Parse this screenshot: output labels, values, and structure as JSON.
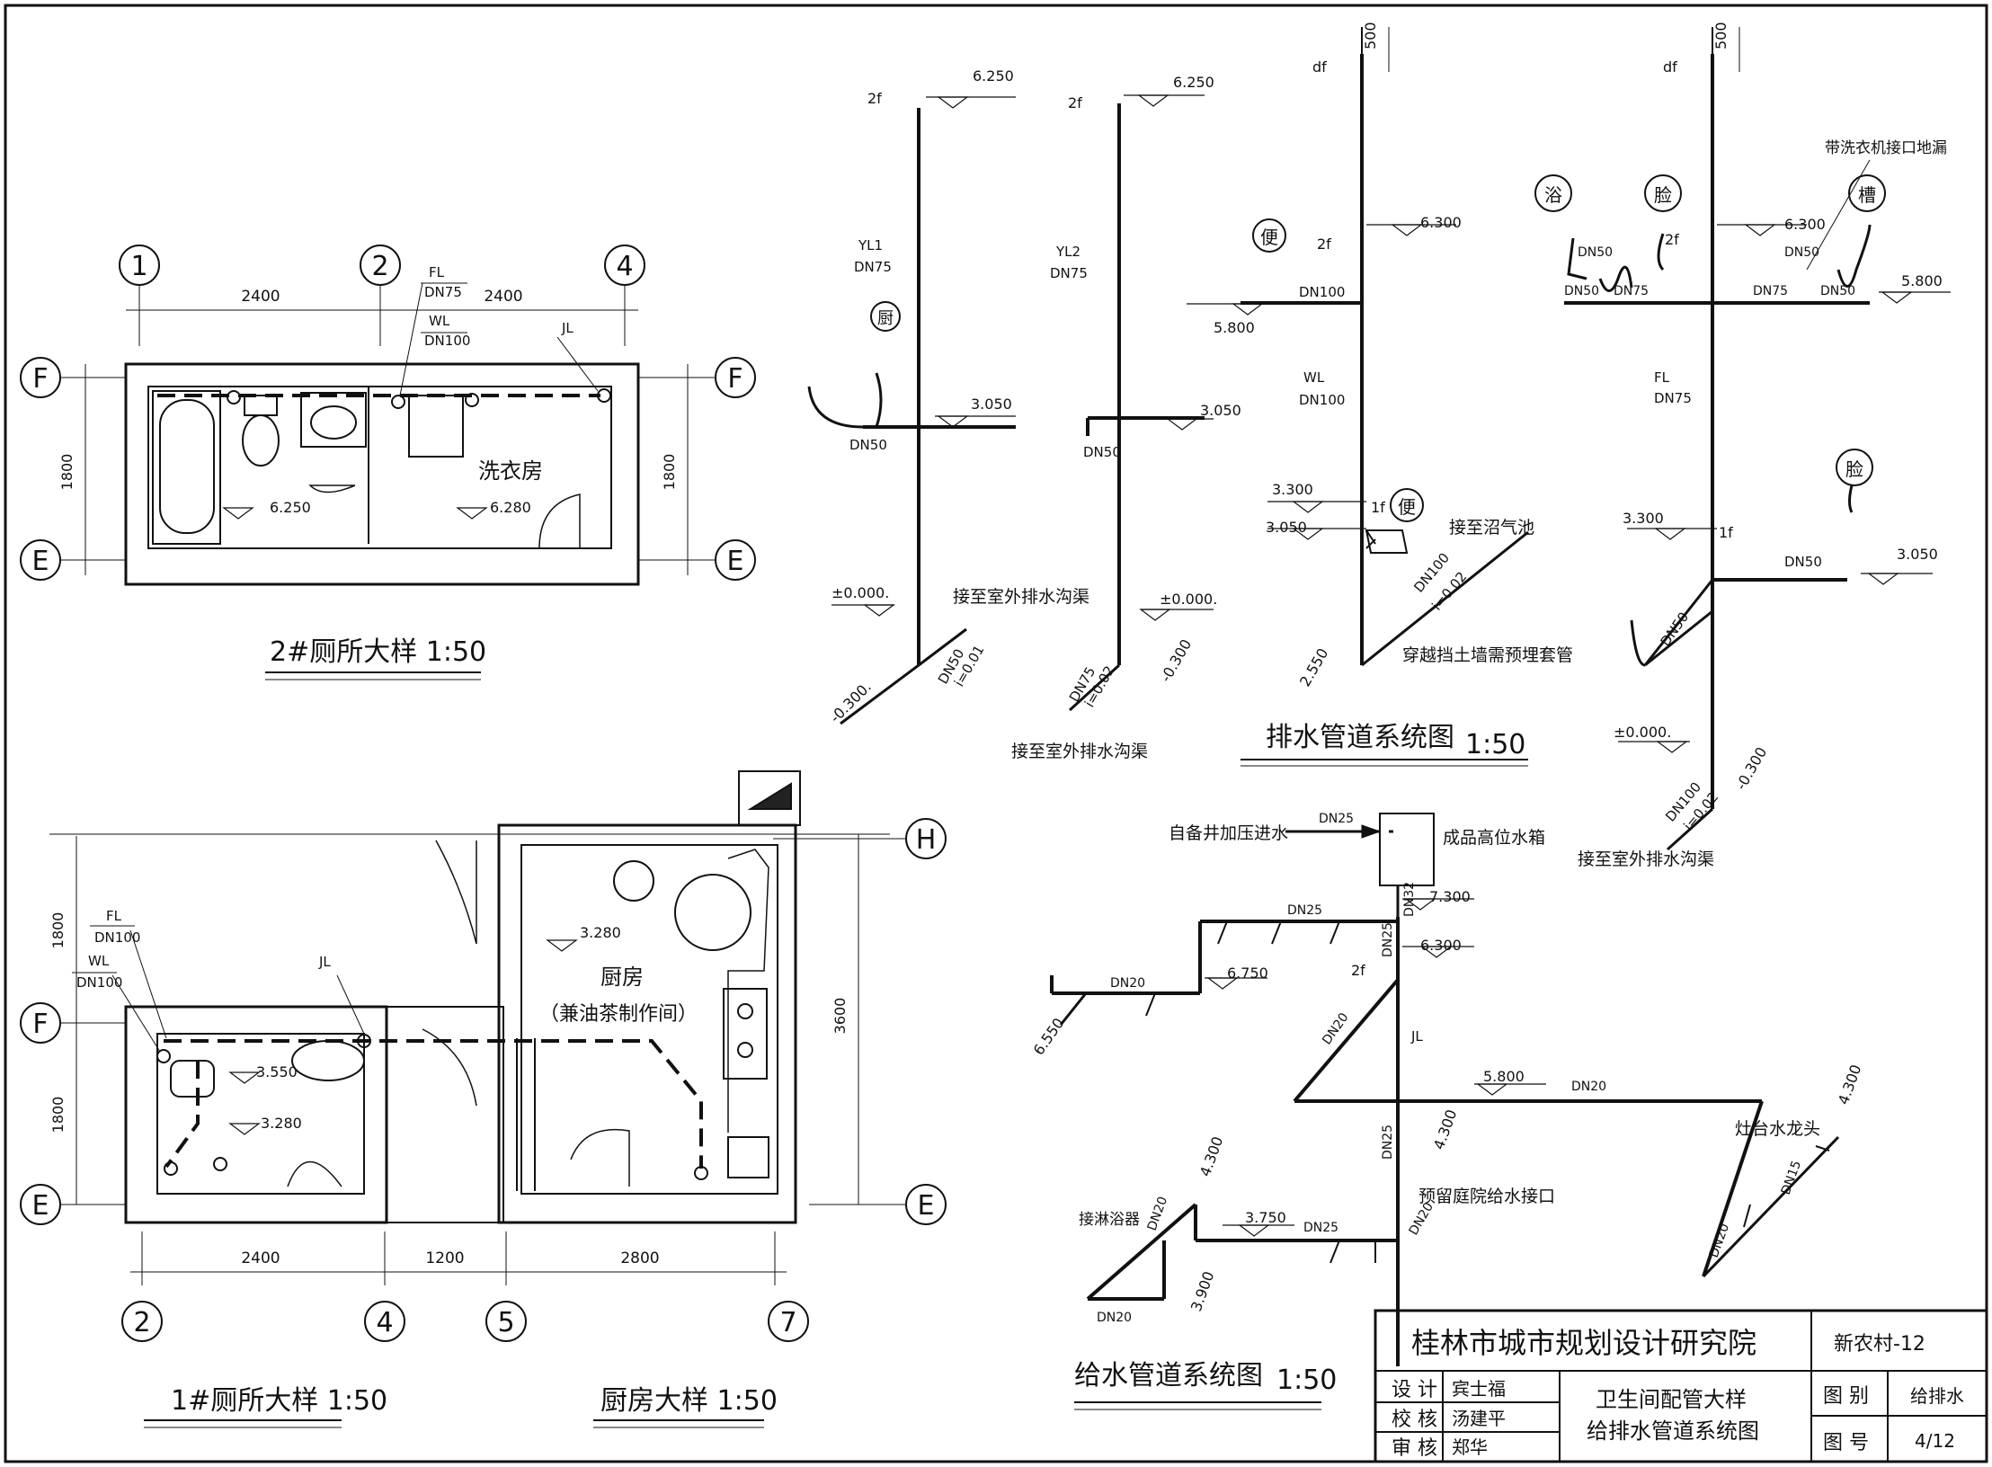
{
  "axes": {
    "a1": "1",
    "a2": "2",
    "a4": "4",
    "f1": "F",
    "e1": "E",
    "h": "H",
    "a2b": "2",
    "a4b": "4",
    "a5": "5",
    "a7": "7",
    "f2": "F",
    "e2": "E",
    "e3": "E"
  },
  "plan2": {
    "title": "2#厕所大样 1:50",
    "dim1": "2400",
    "dim2": "2400",
    "dim_h": "1800",
    "dim_h2": "1800",
    "fl": "FL",
    "fl_dn": "DN75",
    "wl": "WL",
    "wl_dn": "DN100",
    "jl": "JL",
    "room": "洗衣房",
    "el1": "6.250",
    "el2": "6.280"
  },
  "plan1": {
    "title": "1#厕所大样 1:50",
    "kitchen_title": "厨房大样 1:50",
    "fl": "FL",
    "fl_dn": "DN100",
    "wl": "WL",
    "wl_dn": "DN100",
    "jl": "JL",
    "el1": "3.550",
    "el2": "3.280",
    "el3": "3.280",
    "room": "厨房",
    "room2": "（兼油茶制作间）",
    "dim1": "2400",
    "dim2": "1200",
    "dim3": "2800",
    "dv1": "1800",
    "dv2": "1800",
    "dv3": "3600"
  },
  "drain": {
    "yl1_label": "YL1",
    "yl1_dn": "DN75",
    "yl2_label": "YL2",
    "yl2_dn": "DN75",
    "f2": "2f",
    "e6250": "6.250",
    "e3050": "3.050",
    "e0": "±0.000.",
    "e_m300": "-0.300.",
    "dn50": "DN50",
    "kitchen": "厨",
    "outlet1": "接至室外排水沟渠",
    "outlet2": "接至室外排水沟渠",
    "slope1": "DN50",
    "slope1b": "i=0.01",
    "slope2": "DN75",
    "slope2b": "i=0.02",
    "e_m300b": "-0.300",
    "df": "df",
    "d500": "500",
    "stool": "便",
    "e6300": "6.300",
    "dn100": "DN100",
    "e5800": "5.800",
    "wl": "WL",
    "wl_dn": "DN100",
    "e3300": "3.300",
    "e3050b": "3.050",
    "f1": "1f",
    "biogas": "接至沼气池",
    "dn100i": "DN100",
    "slope3": "i=0.02",
    "e2550": "2.550",
    "sleeve": "穿越挡土墙需预埋套管",
    "title": "排水管道系统图",
    "scale": "1:50",
    "bath": "浴",
    "basin": "脸",
    "sink": "槽",
    "washer": "带洗衣机接口地漏",
    "dn50a": "DN50",
    "dn50b": "DN50",
    "dn75a": "DN75",
    "dn75b": "DN75",
    "dn50c": "DN50",
    "dn50d": "DN50",
    "fl": "FL",
    "fl_dn": "DN75",
    "e5800b": "5.800",
    "e3050c": "3.050",
    "e3300b": "3.300",
    "basin2": "脸",
    "dn50e": "DN50",
    "dn50f": "DN50",
    "e0b": "±0.000.",
    "e_m300c": "-0.300",
    "dn100b": "DN100",
    "slope4": "i=0.02",
    "outlet3": "接至室外排水沟渠"
  },
  "supply": {
    "inlet": "自备井加压进水",
    "dn25": "DN25",
    "tank": "成品高位水箱",
    "dn32": "DN32",
    "e7300": "7.300",
    "dn25b": "DN25",
    "dn25c": "DN25",
    "e6300": "6.300",
    "f2": "2f",
    "dn20": "DN20",
    "e6750": "6.750",
    "e6550": "6.550",
    "jl": "JL",
    "dn20b": "DN20",
    "e5800": "5.800",
    "dn20c": "DN20",
    "dn25d": "DN25",
    "e4300": "4.300",
    "reserve": "预留庭院给水接口",
    "dn20d": "DN20",
    "shower": "接淋浴器",
    "dn20e": "DN20",
    "e4300b": "4.300",
    "e3750": "3.750",
    "dn25e": "DN25",
    "dn20f": "DN20",
    "e3900": "3.900",
    "faucet": "灶台水龙头",
    "e4300c": "4.300",
    "dn15": "DN15",
    "dn20g": "DN20",
    "title": "给水管道系统图",
    "scale": "1:50"
  },
  "titleblock": {
    "org": "桂林市城市规划设计研究院",
    "project": "新农村-12",
    "design_l": "设 计",
    "design_v": "宾士福",
    "check_l": "校 核",
    "check_v": "汤建平",
    "review_l": "审 核",
    "review_v": "郑华",
    "drawing1": "卫生间配管大样",
    "drawing2": "给排水管道系统图",
    "cat_l": "图 别",
    "cat_v": "给排水",
    "no_l": "图 号",
    "no_v": "4/12"
  }
}
